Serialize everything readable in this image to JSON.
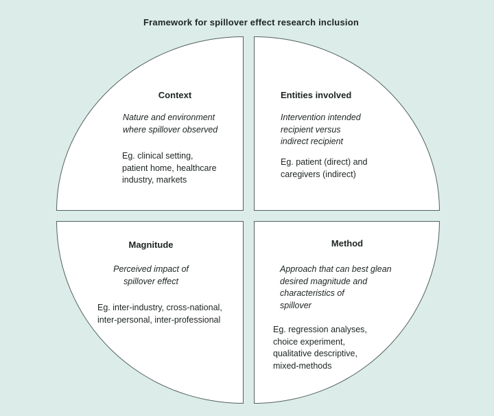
{
  "figure": {
    "title": "Framework for spillover effect research inclusion",
    "colors": {
      "background": "#dbece9",
      "panel": "#ffffff",
      "border": "#51605e",
      "text": "#1d2323"
    },
    "quadrants": [
      {
        "id": "context",
        "heading": "Context",
        "description_lines": [
          "Nature and environment",
          "where spillover observed"
        ],
        "examples_lines": [
          "Eg. clinical setting,",
          "patient home, healthcare",
          "industry, markets"
        ]
      },
      {
        "id": "entities-involved",
        "heading": "Entities involved",
        "description_lines": [
          "Intervention intended",
          "recipient versus",
          "indirect recipient"
        ],
        "examples_lines": [
          "Eg. patient (direct) and",
          "caregivers (indirect)"
        ]
      },
      {
        "id": "magnitude",
        "heading": "Magnitude",
        "description_lines": [
          "Perceived impact of",
          "spillover effect"
        ],
        "examples_lines": [
          "Eg. inter-industry, cross-national,",
          "inter-personal, inter-professional"
        ]
      },
      {
        "id": "method",
        "heading": "Method",
        "description_lines": [
          "Approach that can best glean",
          "desired magnitude and",
          "characteristics of",
          "spillover"
        ],
        "examples_lines": [
          "Eg. regression analyses,",
          "choice experiment,",
          "qualitative descriptive,",
          "mixed-methods"
        ]
      }
    ]
  }
}
